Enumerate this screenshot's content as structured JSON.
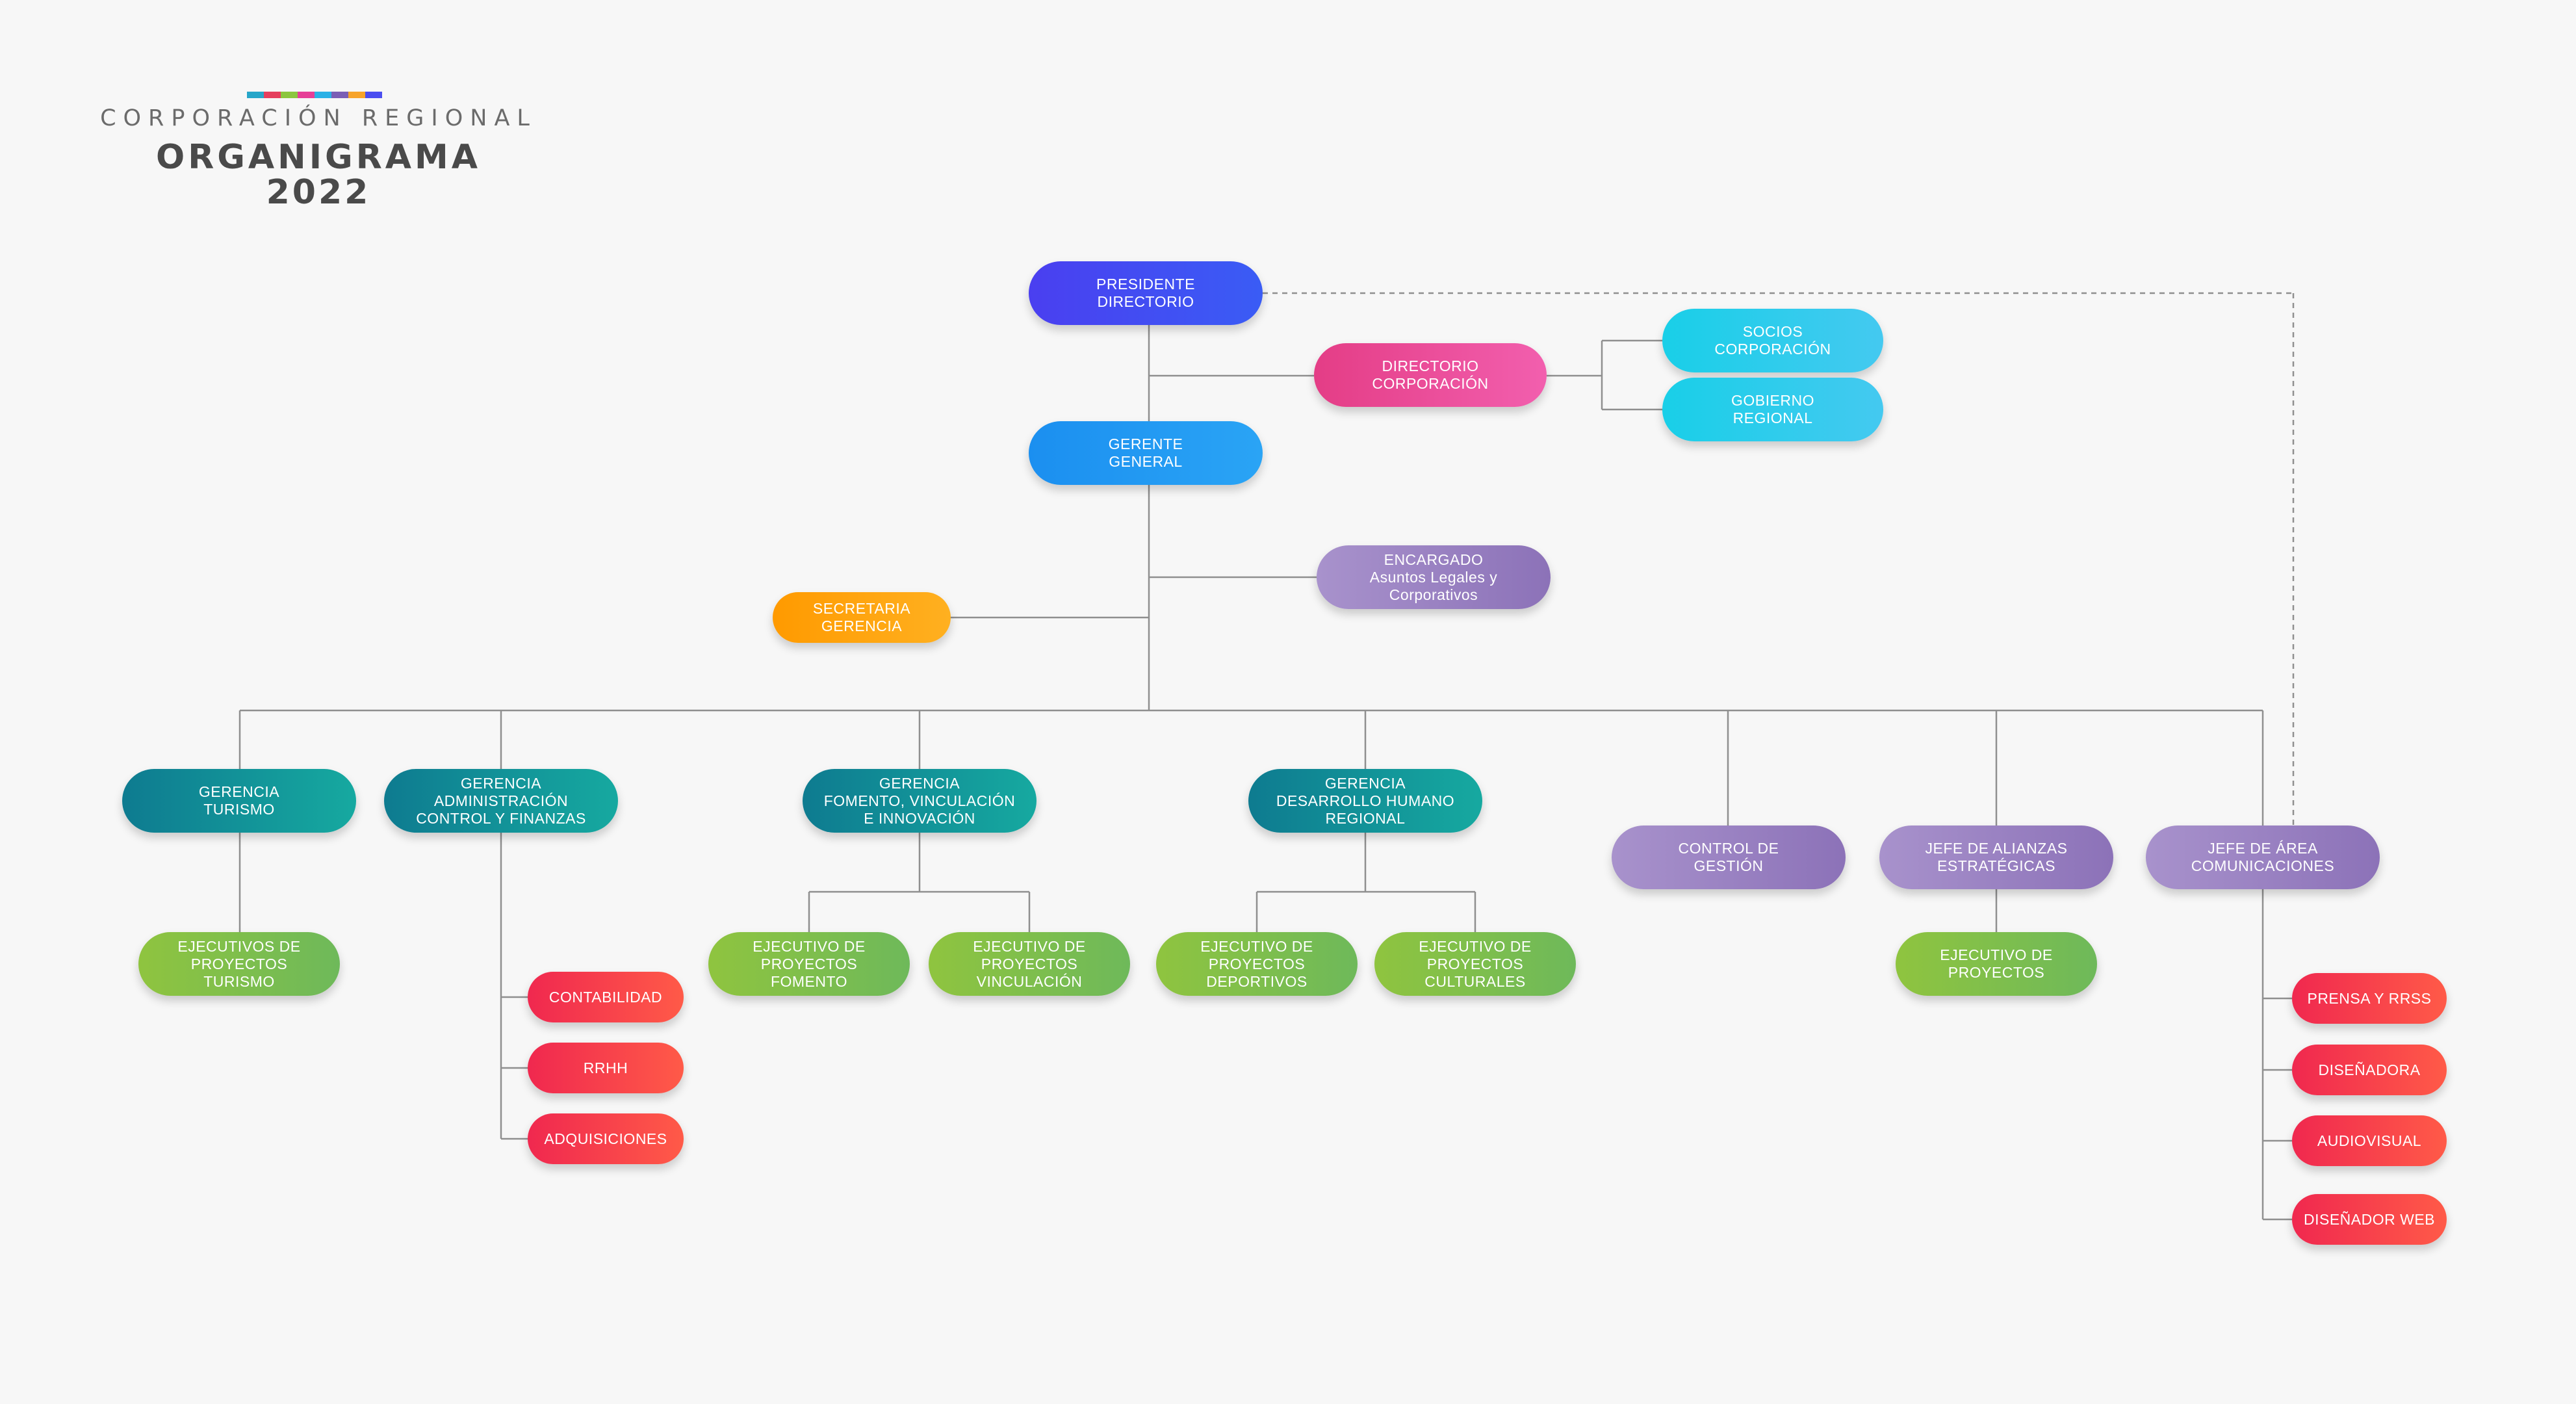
{
  "header": {
    "subtitle": "CORPORACIÓN REGIONAL",
    "title": "ORGANIGRAMA",
    "year": "2022",
    "color_bar": [
      "#27a6c9",
      "#e5405e",
      "#8cc63f",
      "#e63f97",
      "#2bb1e6",
      "#7b5fb5",
      "#f7a42b",
      "#4b4ef0"
    ]
  },
  "nodes": {
    "presidente": "PRESIDENTE\nDIRECTORIO",
    "directorio": "DIRECTORIO\nCORPORACIÓN",
    "socios": "SOCIOS\nCORPORACIÓN",
    "gobierno": "GOBIERNO\nREGIONAL",
    "gerente": "GERENTE\nGENERAL",
    "encargado": "ENCARGADO\nAsuntos Legales y\nCorporativos",
    "secretaria": "SECRETARIA\nGERENCIA",
    "ger_turismo": "GERENCIA\nTURISMO",
    "ger_admin": "GERENCIA\nADMINISTRACIÓN\nCONTROL Y FINANZAS",
    "ger_fomento": "GERENCIA\nFOMENTO, VINCULACIÓN\nE INNOVACIÓN",
    "ger_desarrollo": "GERENCIA\nDESARROLLO HUMANO\nREGIONAL",
    "control": "CONTROL DE\nGESTIÓN",
    "jefe_alianzas": "JEFE DE ALIANZAS\nESTRATÉGICAS",
    "jefe_com": "JEFE DE ÁREA\nCOMUNICACIONES",
    "ej_turismo": "EJECUTIVOS DE\nPROYECTOS\nTURISMO",
    "contabilidad": "CONTABILIDAD",
    "rrhh": "RRHH",
    "adquisiciones": "ADQUISICIONES",
    "ej_fomento": "EJECUTIVO DE\nPROYECTOS\nFOMENTO",
    "ej_vinculacion": "EJECUTIVO DE\nPROYECTOS\nVINCULACIÓN",
    "ej_deportivos": "EJECUTIVO DE\nPROYECTOS\nDEPORTIVOS",
    "ej_culturales": "EJECUTIVO DE\nPROYECTOS\nCULTURALES",
    "ej_proyectos": "EJECUTIVO DE\nPROYECTOS",
    "prensa": "PRENSA Y RRSS",
    "disenadora": "DISEÑADORA",
    "audiovisual": "AUDIOVISUAL",
    "disenador_web": "DISEÑADOR WEB"
  },
  "colors": {
    "blue_violet": [
      "#4a3ff0",
      "#3a5cf5"
    ],
    "pink": [
      "#e43d86",
      "#f25fae"
    ],
    "cyan": [
      "#19cfe8",
      "#44c9f0"
    ],
    "blue": [
      "#1b8ff0",
      "#2aa4f5"
    ],
    "purple": [
      "#a892cc",
      "#8c72b8"
    ],
    "orange": [
      "#ff9a00",
      "#ffb020"
    ],
    "teal": [
      "#0e7b90",
      "#16a9a0"
    ],
    "green": [
      "#8fc43f",
      "#6eb95a"
    ],
    "red": [
      "#f0284f",
      "#ff5a48"
    ],
    "line": "#8f8f8f"
  }
}
